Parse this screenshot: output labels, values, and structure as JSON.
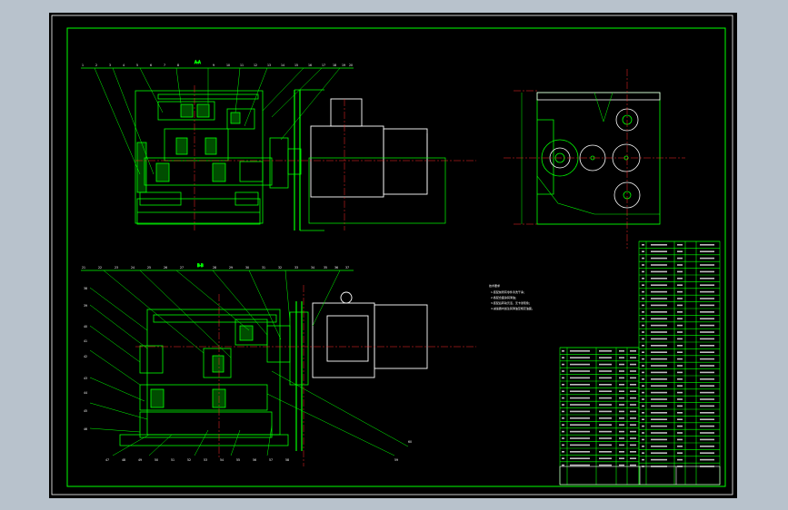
{
  "section_labels": {
    "upper": "A-A",
    "lower": "B-B"
  },
  "upper_callouts": [
    "1",
    "2",
    "3",
    "4",
    "5",
    "6",
    "7",
    "8",
    "9",
    "10",
    "11",
    "12",
    "13",
    "14",
    "15",
    "16",
    "17",
    "18",
    "19",
    "20"
  ],
  "lower_callouts_top": [
    "21",
    "22",
    "23",
    "24",
    "25",
    "26",
    "27",
    "28",
    "29",
    "30",
    "31",
    "32",
    "33",
    "34",
    "35",
    "36",
    "37"
  ],
  "lower_callouts_left": [
    "38",
    "39",
    "40",
    "41",
    "42",
    "43",
    "44",
    "45",
    "46"
  ],
  "lower_callouts_bottom": [
    "47",
    "48",
    "49",
    "50",
    "51",
    "52",
    "53",
    "54",
    "55",
    "56",
    "57",
    "58",
    "59",
    "60"
  ],
  "tech_notes": {
    "title": "技术要求",
    "lines": [
      "1.装配前所有零件清洗干净；",
      "2.各配合面涂润滑油；",
      "3.装配后转动灵活，无卡滞现象；",
      "4.减速器内加注润滑油至规定油面。"
    ]
  },
  "colors": {
    "sheet": "#000000",
    "frame": "#00ff00",
    "center_line": "#ff2a2a",
    "callout_text": "#ffffff",
    "bg": "#b8c2cc"
  }
}
